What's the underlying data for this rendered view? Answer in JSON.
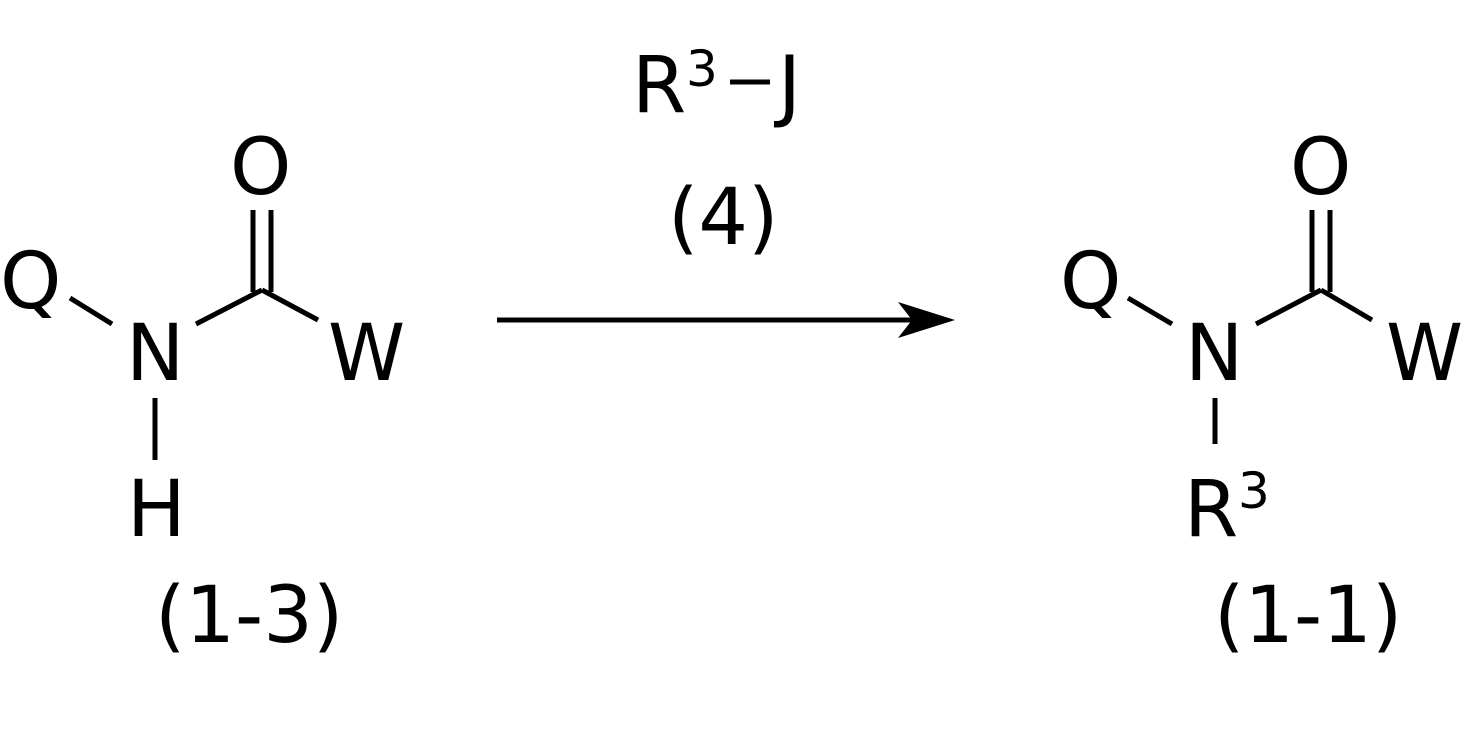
{
  "reactant": {
    "atoms": {
      "q": "Q",
      "n": "N",
      "h": "H",
      "o": "O",
      "w": "W"
    },
    "label": "(1-3)"
  },
  "reagent": {
    "r": "R",
    "r_sup": "3",
    "dash": "–",
    "j": "J",
    "label": "(4)"
  },
  "product": {
    "atoms": {
      "q": "Q",
      "n": "N",
      "o": "O",
      "w": "W",
      "r": "R",
      "r_sup": "3"
    },
    "label": "(1-1)"
  },
  "colors": {
    "ink": "#000000",
    "background": "#ffffff"
  }
}
